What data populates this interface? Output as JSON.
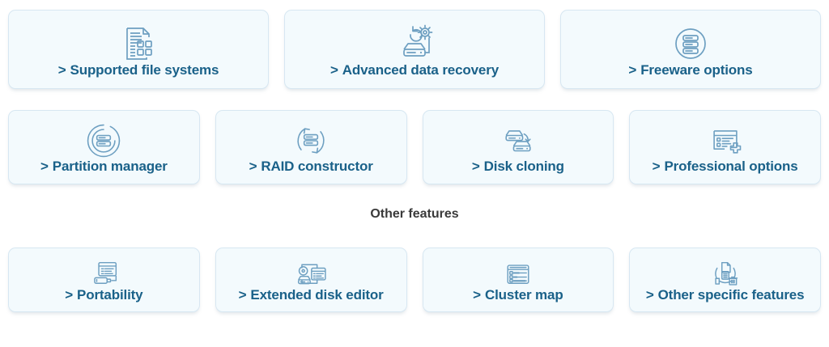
{
  "page": {
    "background_color": "#ffffff",
    "card_background": "#f3fafd",
    "card_border": "#d7e7f2",
    "label_color": "#1a6189",
    "icon_color": "#6d9fc1",
    "heading_color": "#3a3a3a",
    "chevron": ">"
  },
  "sections": {
    "top": {
      "row1": [
        {
          "label": "Supported file systems",
          "icon": "document-grid-icon"
        },
        {
          "label": "Advanced data recovery",
          "icon": "disk-refresh-gear-icon"
        },
        {
          "label": "Freeware options",
          "icon": "disk-stack-circle-icon"
        }
      ],
      "row2": [
        {
          "label": "Partition manager",
          "icon": "server-partition-circle-icon"
        },
        {
          "label": "RAID constructor",
          "icon": "server-sync-arrows-icon"
        },
        {
          "label": "Disk cloning",
          "icon": "two-disks-arrow-icon"
        },
        {
          "label": "Professional options",
          "icon": "list-plus-icon"
        }
      ]
    },
    "other": {
      "heading": "Other features",
      "row3": [
        {
          "label": "Portability",
          "icon": "window-usb-drive-icon"
        },
        {
          "label": "Extended disk editor",
          "icon": "disc-drive-window-icon"
        },
        {
          "label": "Cluster map",
          "icon": "cluster-table-icon"
        },
        {
          "label": "Other specific features",
          "icon": "file-cycle-trash-icon"
        }
      ]
    }
  }
}
